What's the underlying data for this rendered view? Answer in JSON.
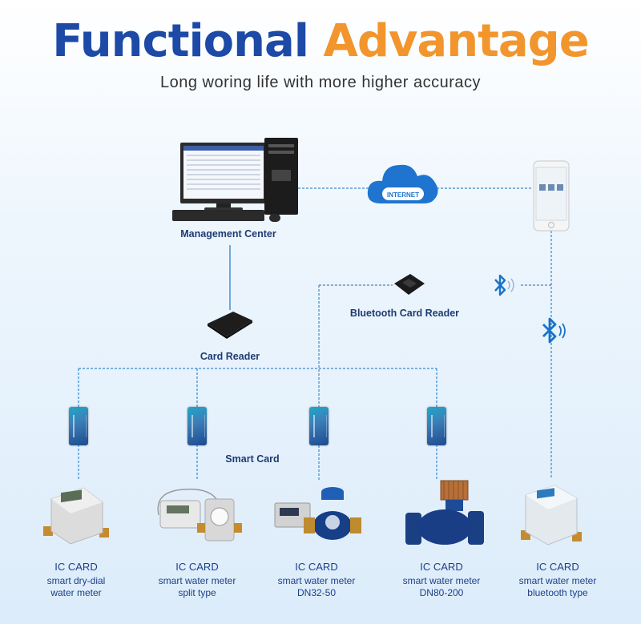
{
  "header": {
    "title_part1": "Functional",
    "title_part2": "Advantage",
    "subtitle": "Long woring life with more higher accuracy"
  },
  "nodes": {
    "management_center": "Management Center",
    "internet": "INTERNET",
    "bluetooth_card_reader": "Bluetooth Card Reader",
    "card_reader": "Card Reader",
    "smart_card": "Smart Card"
  },
  "meters": [
    {
      "type": "IC CARD",
      "line1": "smart dry-dial",
      "line2": "water meter"
    },
    {
      "type": "IC CARD",
      "line1": "smart water meter",
      "line2": "split type"
    },
    {
      "type": "IC CARD",
      "line1": "smart water meter",
      "line2": "DN32-50"
    },
    {
      "type": "IC CARD",
      "line1": "smart water meter",
      "line2": "DN80-200"
    },
    {
      "type": "IC CARD",
      "line1": "smart water meter",
      "line2": "bluetooth type"
    }
  ],
  "icons": [
    "computer-icon",
    "cloud-icon",
    "smartphone-icon",
    "card-reader-icon",
    "bluetooth-icon",
    "smart-card-icon",
    "water-meter-icon"
  ],
  "colors": {
    "title_blue": "#1d4aa6",
    "title_orange": "#f2952c",
    "label_blue": "#1f3b73",
    "wire": "#3a88c8",
    "bluetooth": "#1a73c9"
  }
}
